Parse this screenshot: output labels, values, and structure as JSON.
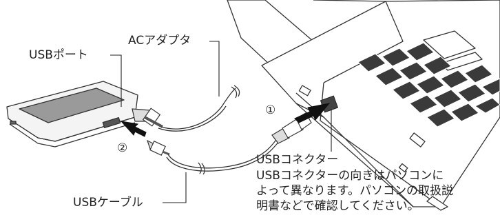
{
  "labels": {
    "ac_adapter": "ACアダプタ",
    "usb_port": "USBポート",
    "usb_cable": "USBケーブル",
    "usb_connector": "USBコネクター"
  },
  "steps": {
    "step1": "①",
    "step2": "②"
  },
  "note": {
    "line1": "USBコネクターの向きはパソコンに",
    "line2": "よって異なります。パソコンの取扱説",
    "line3": "明書などで確認してください。"
  }
}
